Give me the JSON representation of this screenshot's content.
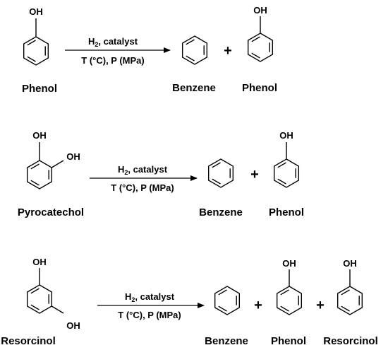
{
  "oh_label": "OH",
  "plus_sign": "+",
  "condition_h2": "H",
  "condition_h2_sub": "2",
  "condition_catalyst": ", catalyst",
  "condition_temperature_pressure": "T (°C), P (MPa)",
  "reactions": [
    {
      "reactant": "Phenol",
      "products": [
        "Benzene",
        "Phenol"
      ]
    },
    {
      "reactant": "Pyrocatechol",
      "products": [
        "Benzene",
        "Phenol"
      ]
    },
    {
      "reactant": "Resorcinol",
      "products": [
        "Benzene",
        "Phenol",
        "Resorcinol"
      ]
    }
  ]
}
